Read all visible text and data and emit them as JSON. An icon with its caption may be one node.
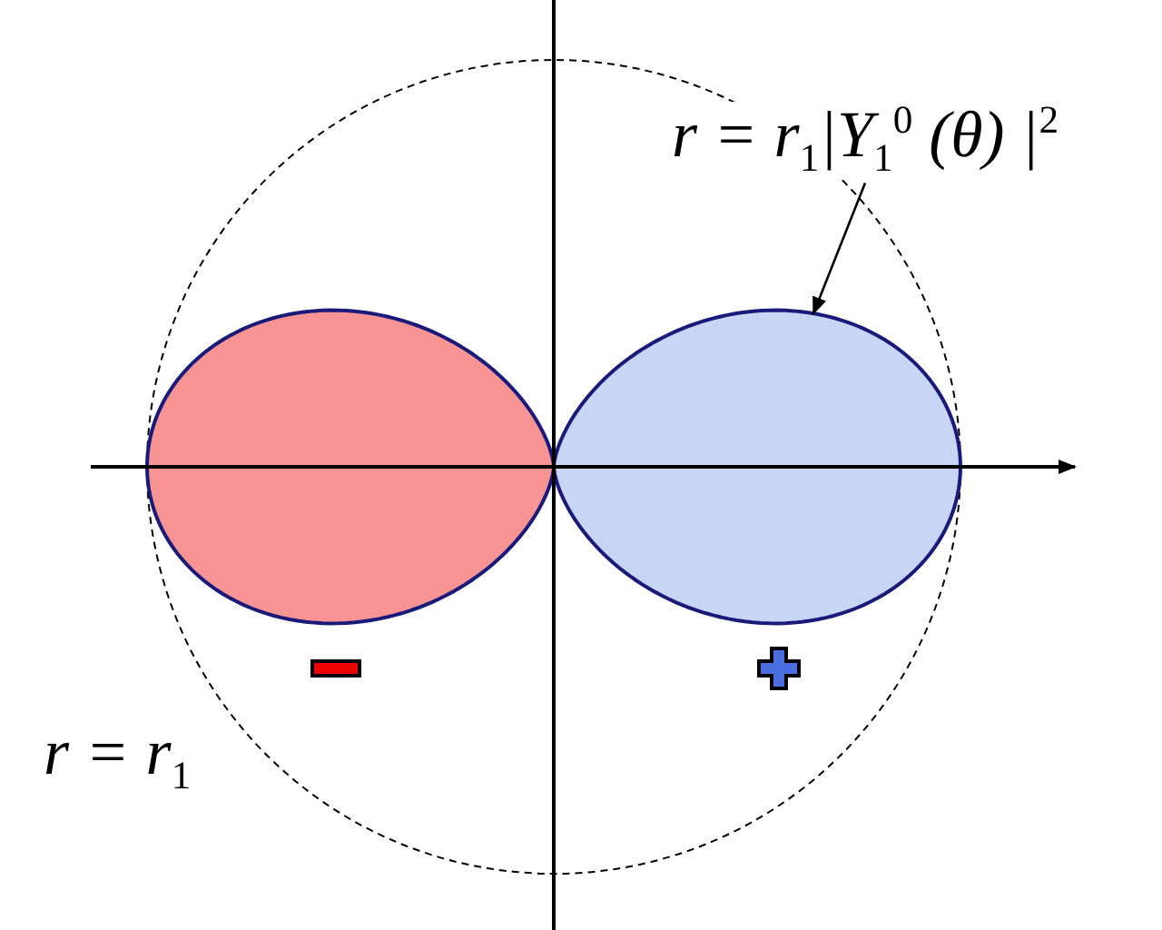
{
  "diagram": {
    "nodes": [
      {
        "text": [
          "r = r$_{1}$|Y$_{1}$$^{0}$ (θ) |$^{2}$"
        ]
      },
      {
        "text": [],
        "shape": "ellipse"
      },
      {
        "text": [],
        "shape": "ellipse"
      }
    ],
    "edges": [
      {
        "from": 0,
        "to": 2,
        "arrow": "to"
      }
    ],
    "labels": [
      "r = r$_{1}$"
    ]
  }
}
